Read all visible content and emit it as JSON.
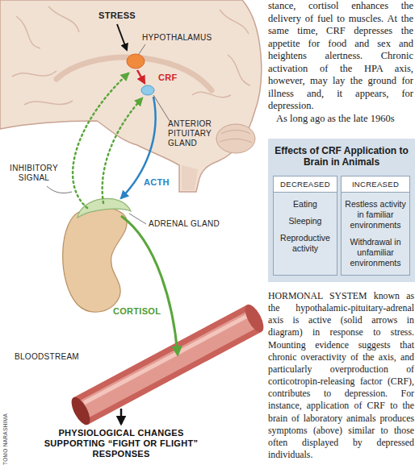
{
  "diagram": {
    "caption": "HORMONAL SYSTEM known as the hypothalamic-pituitary-adrenal axis is active (solid arrows in diagram) in response to stress. Mounting evidence suggests that chronic overactivity of the axis, and particularly overproduction of corticotropin-releasing factor (CRF), contributes to depression. For instance, application of CRF to the brain of laboratory animals produces symptoms (above) similar to those often displayed by depressed individuals.",
    "nodes": [
      {
        "text": [
          "Effects of CRF Application to Brain in Animals"
        ]
      },
      {
        "text": [
          "DECREASED",
          "Eating",
          "Sleeping",
          "Reproductive activity"
        ],
        "in": 0
      },
      {
        "text": [
          "INCREASED",
          "Restless activity in familiar environments",
          "Withdrawal in unfamiliar environments"
        ],
        "in": 0
      }
    ],
    "labels": [
      "stance, cortisol enhances the delivery of fuel to muscles. At the same time, CRF depresses the appetite for food and sex and heightens alertness. Chronic activation of the HPA axis, however, may lay the ground for illness and, it appears, for depression.",
      "As long ago as the late 1960s",
      "STRESS",
      "HYPOTHALAMUS",
      "CRF",
      "ANTERIOR PITUITARY GLAND",
      "INHIBITORY SIGNAL",
      "ACTH",
      "ADRENAL GLAND",
      "CORTISOL",
      "BLOODSTREAM",
      "PHYSIOLOGICAL CHANGES SUPPORTING “FIGHT OR FLIGHT” RESPONSES",
      "TOMO NARASHIMA"
    ]
  }
}
